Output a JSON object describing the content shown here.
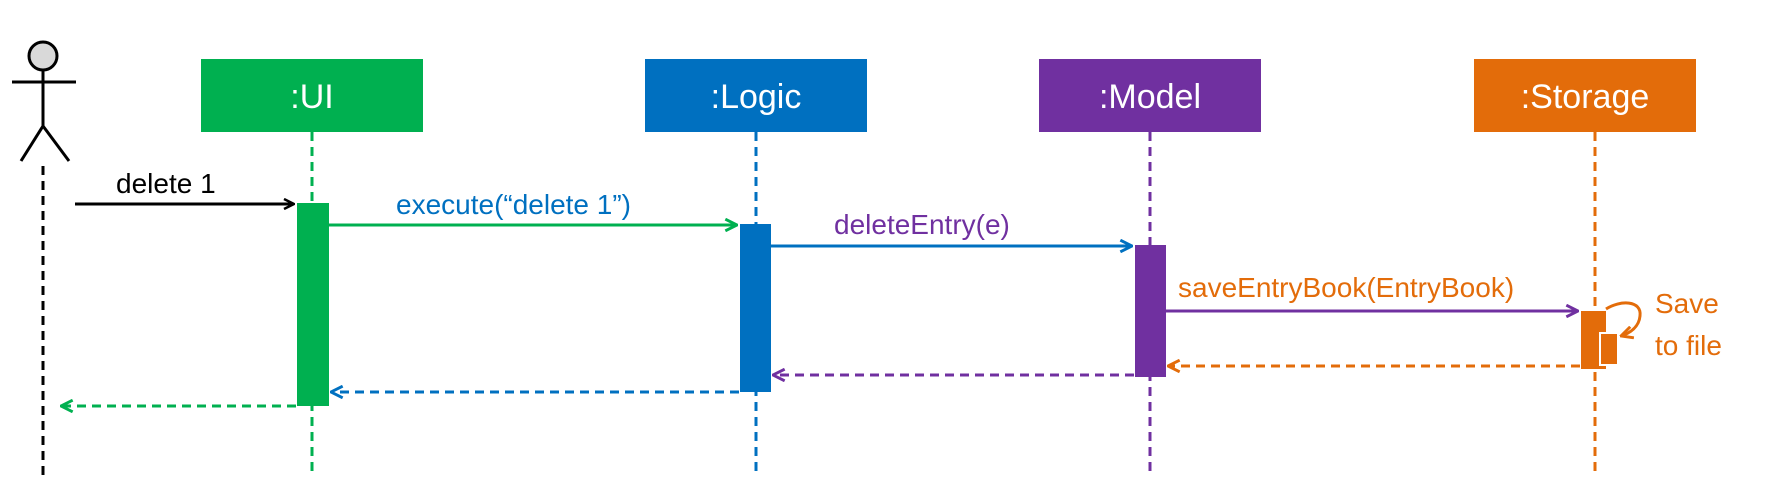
{
  "participants": {
    "ui": {
      "label": ":UI",
      "color": "#00b050"
    },
    "logic": {
      "label": ":Logic",
      "color": "#0070c0"
    },
    "model": {
      "label": ":Model",
      "color": "#7030a0"
    },
    "storage": {
      "label": ":Storage",
      "color": "#e36c0a"
    }
  },
  "messages": {
    "user_to_ui": "delete 1",
    "ui_to_logic": "execute(“delete 1”)",
    "logic_to_model": "deleteEntry(e)",
    "model_to_storage": "saveEntryBook(EntryBook)"
  },
  "note": {
    "line1": "Save",
    "line2": "to file"
  },
  "colors": {
    "actor": "#000000",
    "actor_head_fill": "#d9d9d9"
  }
}
